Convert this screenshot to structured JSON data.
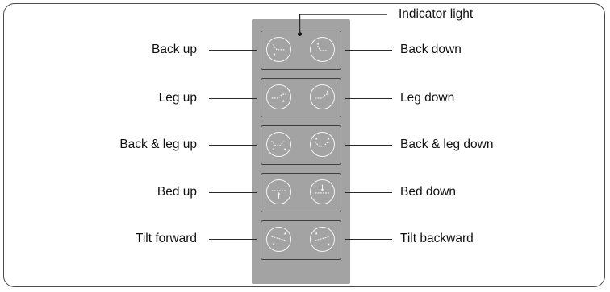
{
  "labels": {
    "indicator": "Indicator light",
    "back_up": "Back up",
    "back_down": "Back down",
    "leg_up": "Leg up",
    "leg_down": "Leg down",
    "back_leg_up": "Back & leg up",
    "back_leg_down": "Back & leg down",
    "bed_up": "Bed up",
    "bed_down": "Bed down",
    "tilt_forward": "Tilt forward",
    "tilt_backward": "Tilt backward"
  },
  "icons": {
    "back_up": "back-up-icon",
    "back_down": "back-down-icon",
    "leg_up": "leg-up-icon",
    "leg_down": "leg-down-icon",
    "back_leg_up": "back-leg-up-icon",
    "back_leg_down": "back-leg-down-icon",
    "bed_up": "bed-up-icon",
    "bed_down": "bed-down-icon",
    "tilt_forward": "tilt-forward-icon",
    "tilt_backward": "tilt-backward-icon"
  },
  "colors": {
    "remote_body": "#a3a3a3",
    "button_outline": "#f4f4f4",
    "frame": "#4a4a4a"
  }
}
